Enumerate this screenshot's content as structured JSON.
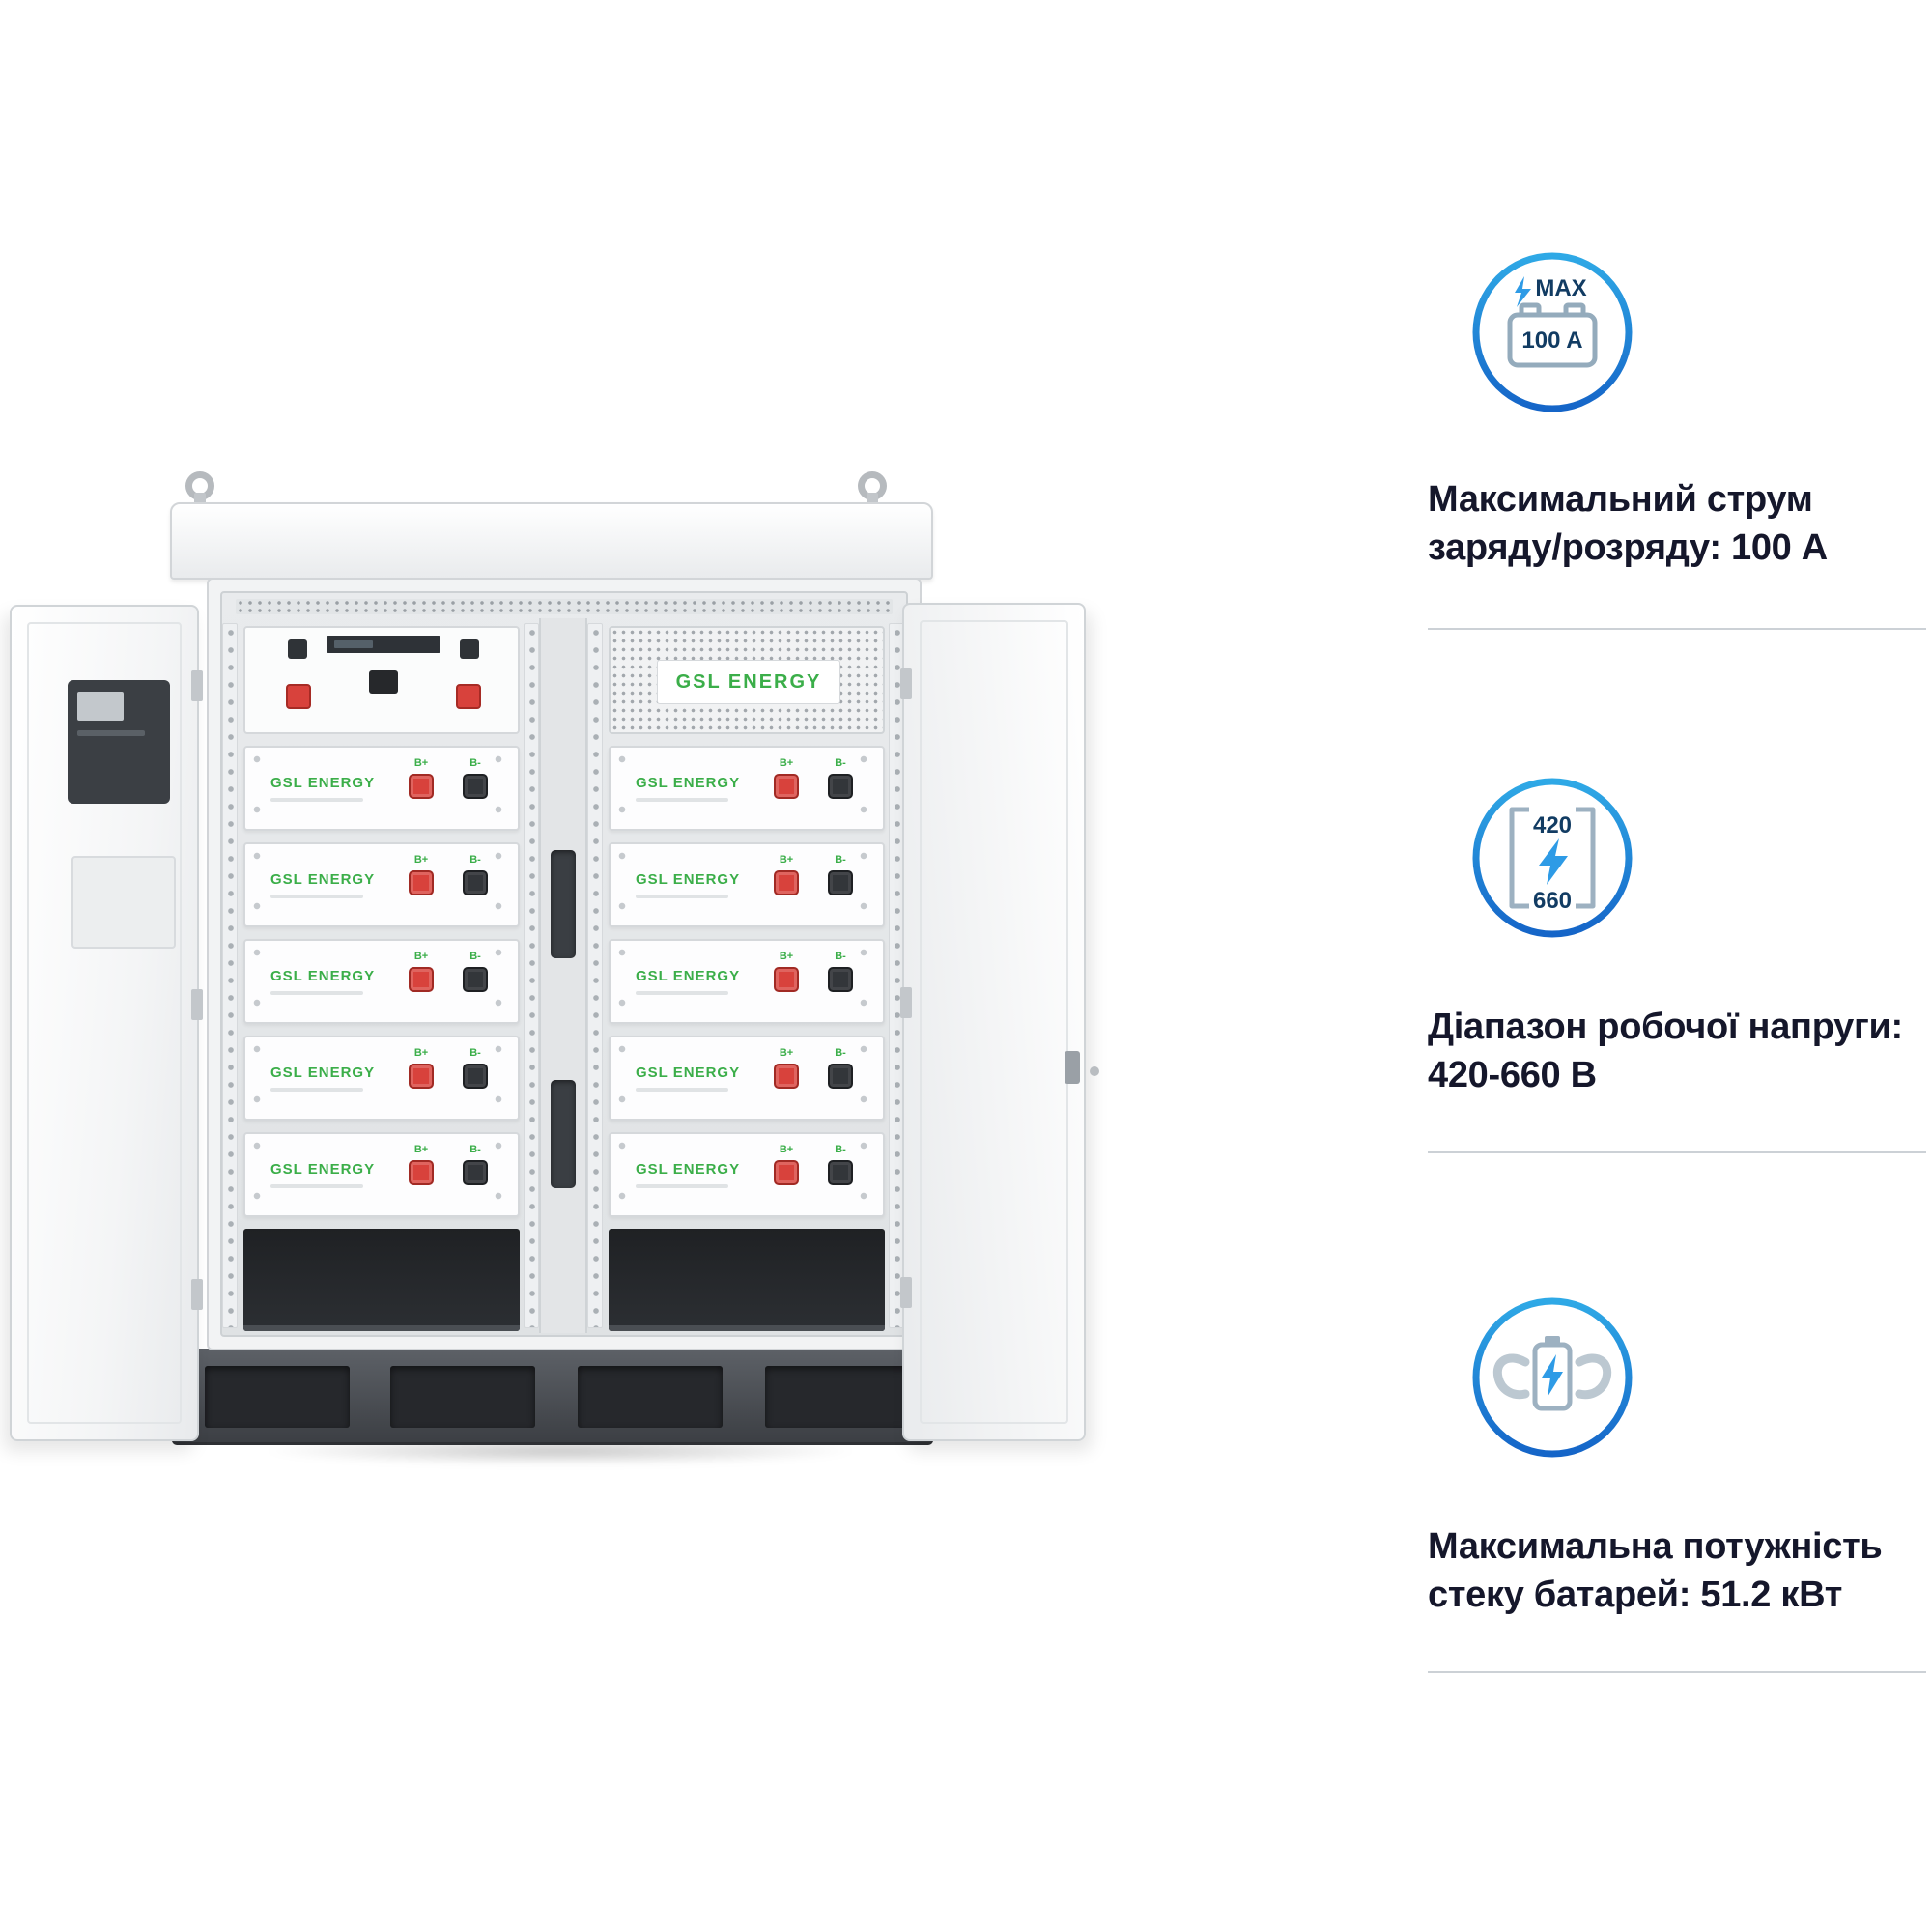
{
  "brand": "GSL ENERGY",
  "cabinet": {
    "panel_brand": "GSL ENERGY",
    "module_brand": "GSL ENERGY",
    "terminal_positive": "B+",
    "terminal_negative": "B-",
    "modules_per_rack": 5
  },
  "features": [
    {
      "icon": "max-charge-current-icon",
      "badge_label": "MAX",
      "badge_value": "100 A",
      "line1": "Максимальний струм",
      "line2": "заряду/розряду: 100 А"
    },
    {
      "icon": "voltage-range-icon",
      "range_top": "420",
      "range_bottom": "660",
      "line1": "Діапазон робочої напруги:",
      "line2": "420-660 В"
    },
    {
      "icon": "battery-stack-power-icon",
      "line1": "Максимальна потужність",
      "line2": "стеку батарей: 51.2 кВт"
    }
  ],
  "colors": {
    "accent_blue": "#1e7fd8",
    "icon_text_navy": "#123c63",
    "caption_text": "#15172b",
    "brand_green": "#3bae49",
    "terminal_red": "#d8423c",
    "terminal_black": "#33363a",
    "divider_gray": "#ccd1d6"
  }
}
